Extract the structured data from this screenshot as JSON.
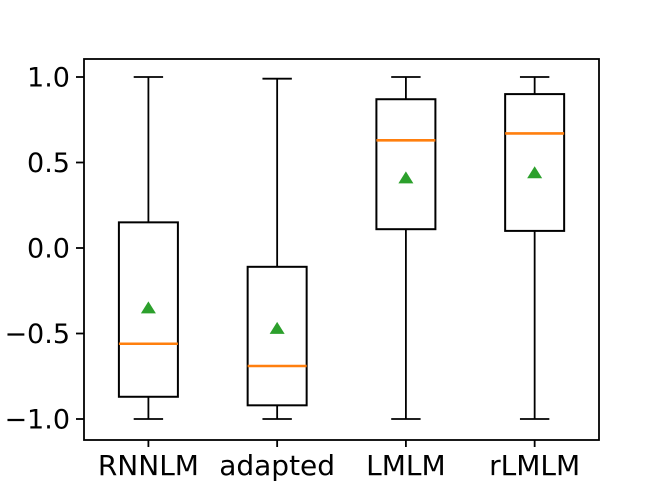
{
  "chart_data": {
    "type": "boxplot",
    "title": "",
    "xlabel": "",
    "ylabel": "",
    "grid": false,
    "legend": "none",
    "categories": [
      "RNNLM",
      "adapted",
      "LMLM",
      "rLMLM"
    ],
    "boxes": [
      {
        "label": "RNNLM",
        "whisker_low": -1.0,
        "q1": -0.87,
        "median": -0.56,
        "q3": 0.15,
        "whisker_high": 1.0,
        "mean": -0.35
      },
      {
        "label": "adapted",
        "whisker_low": -1.0,
        "q1": -0.92,
        "median": -0.69,
        "q3": -0.11,
        "whisker_high": 0.99,
        "mean": -0.47
      },
      {
        "label": "LMLM",
        "whisker_low": -1.0,
        "q1": 0.11,
        "median": 0.63,
        "q3": 0.87,
        "whisker_high": 1.0,
        "mean": 0.41
      },
      {
        "label": "rLMLM",
        "whisker_low": -1.0,
        "q1": 0.1,
        "median": 0.67,
        "q3": 0.9,
        "whisker_high": 1.0,
        "mean": 0.44
      }
    ],
    "yticks": [
      1.0,
      0.5,
      0.0,
      -0.5,
      -1.0
    ],
    "ytick_labels": [
      "1.0",
      "0.5",
      "0.0",
      "−0.5",
      "−1.0"
    ],
    "ylim": [
      -1.1,
      1.1
    ],
    "mean_marker": "triangle-up",
    "colors": {
      "box_line": "#000000",
      "median_line": "#ff7f0e",
      "mean_marker": "#2ca02c",
      "axis": "#000000",
      "background": "#ffffff"
    }
  }
}
